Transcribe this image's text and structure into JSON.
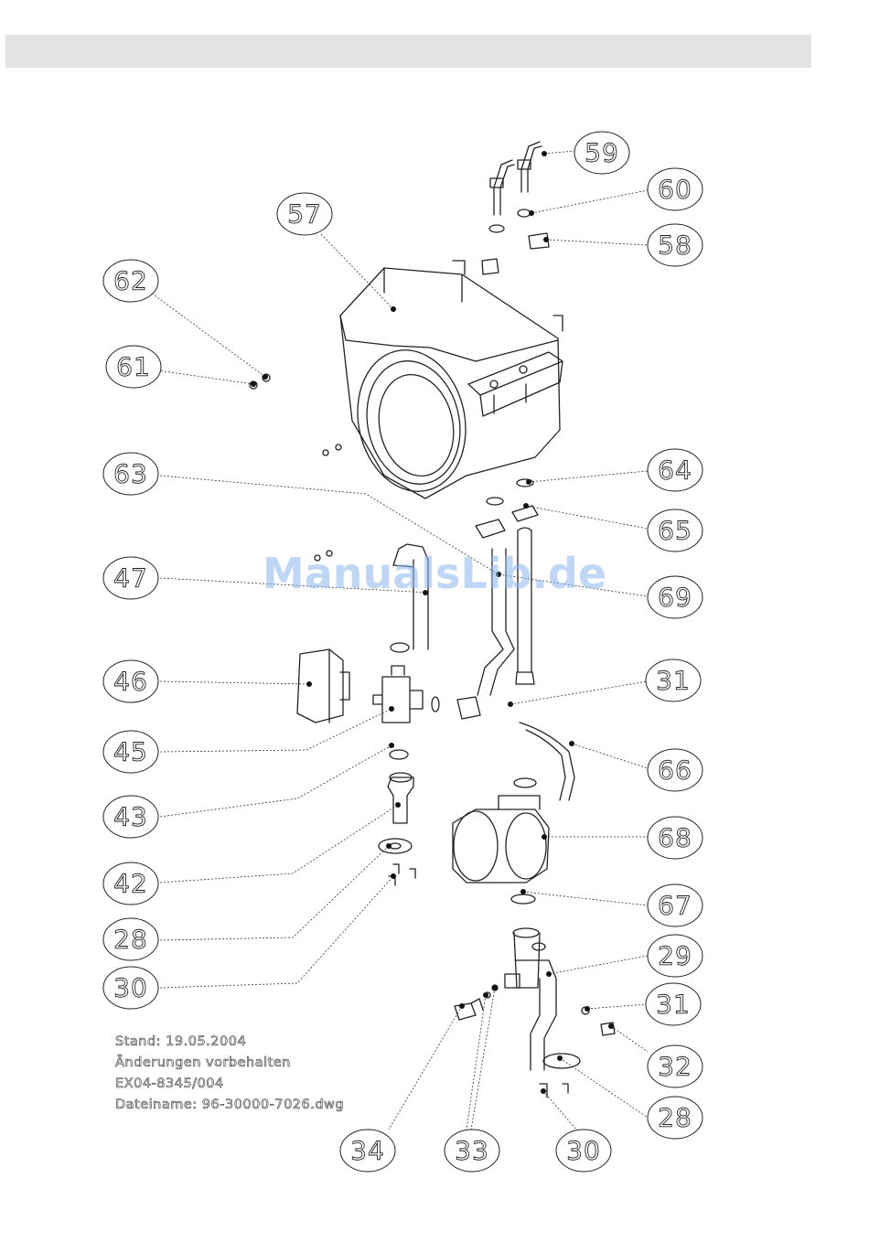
{
  "header_bar": "",
  "watermark": "ManualsLib.de",
  "stamp": {
    "line1": "Stand: 19.05.2004",
    "line2": "Änderungen vorbehalten",
    "line3": "EX04-8345/004",
    "line4": "Dateiname: 96-30000-7026.dwg"
  },
  "callouts": [
    "59",
    "60",
    "58",
    "57",
    "62",
    "61",
    "63",
    "64",
    "65",
    "47",
    "69",
    "46",
    "31",
    "45",
    "66",
    "43",
    "68",
    "42",
    "67",
    "28",
    "29",
    "30",
    "31",
    "32",
    "28",
    "34",
    "33",
    "30"
  ]
}
